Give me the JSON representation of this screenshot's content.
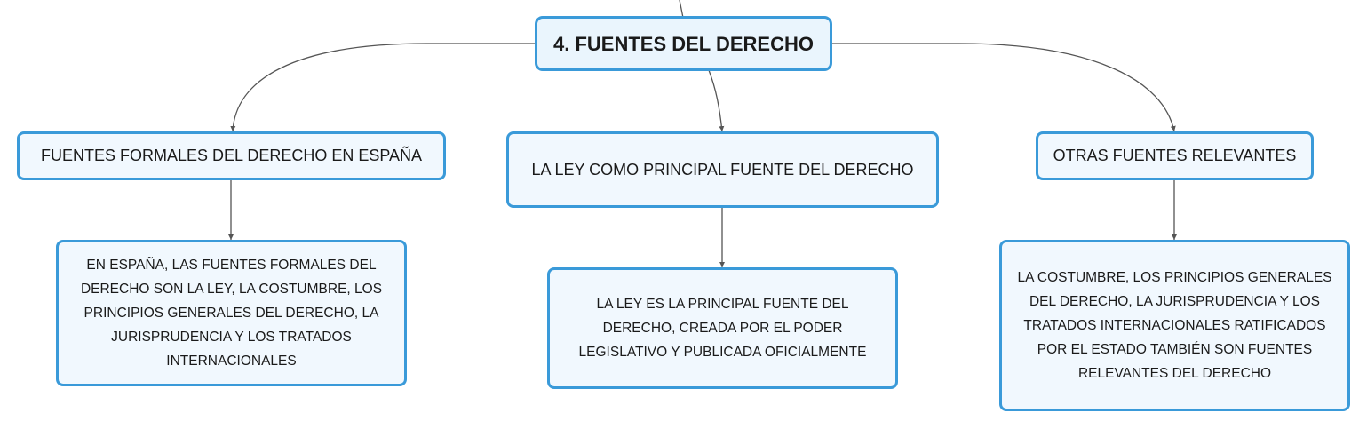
{
  "colors": {
    "border": "#3a9ad9",
    "fill": "#f1f8fe",
    "line": "#555555"
  },
  "main": {
    "title": "4. FUENTES DEL DERECHO"
  },
  "branches": [
    {
      "label": "FUENTES FORMALES DEL DERECHO EN ESPAÑA",
      "detail": "EN ESPAÑA, LAS FUENTES FORMALES DEL DERECHO SON LA LEY, LA COSTUMBRE, LOS PRINCIPIOS GENERALES DEL DERECHO, LA JURISPRUDENCIA Y LOS TRATADOS INTERNACIONALES"
    },
    {
      "label": "LA LEY COMO PRINCIPAL FUENTE DEL DERECHO",
      "detail": "LA LEY ES LA PRINCIPAL FUENTE DEL DERECHO, CREADA POR EL PODER LEGISLATIVO Y PUBLICADA OFICIALMENTE"
    },
    {
      "label": "OTRAS FUENTES RELEVANTES",
      "detail": "LA COSTUMBRE, LOS PRINCIPIOS GENERALES DEL DERECHO, LA JURISPRUDENCIA Y LOS TRATADOS INTERNACIONALES RATIFICADOS POR EL ESTADO TAMBIÉN SON FUENTES RELEVANTES DEL DERECHO"
    }
  ]
}
